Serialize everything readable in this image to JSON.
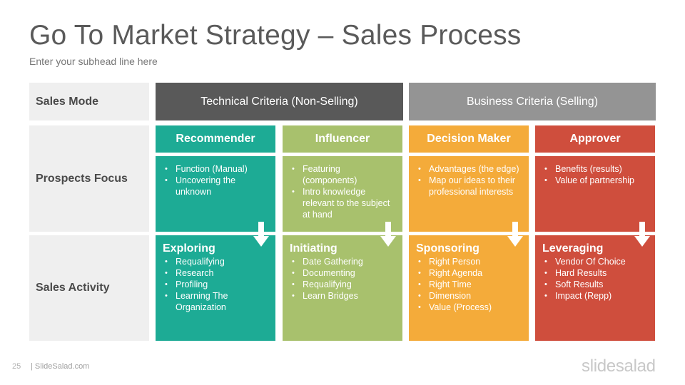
{
  "header": {
    "title": "Go To Market Strategy – Sales Process",
    "subtitle": "Enter your subhead line here"
  },
  "row_labels": {
    "mode": "Sales Mode",
    "focus": "Prospects Focus",
    "activity": "Sales Activity"
  },
  "modes": [
    {
      "label": "Technical Criteria (Non-Selling)",
      "color": "#595959"
    },
    {
      "label": "Business Criteria (Selling)",
      "color": "#949494"
    }
  ],
  "columns": [
    {
      "header": "Recommender",
      "color": "#1dab95",
      "focus": [
        "Function (Manual)",
        "Uncovering the unknown"
      ],
      "activity_title": "Exploring",
      "activity": [
        "Requalifying",
        "Research",
        "Profiling",
        "Learning The Organization"
      ]
    },
    {
      "header": "Influencer",
      "color": "#a8c16d",
      "focus": [
        "Featuring (components)",
        "Intro knowledge relevant to the subject at hand"
      ],
      "activity_title": "Initiating",
      "activity": [
        "Date Gathering",
        "Documenting",
        "Requalifying",
        "Learn Bridges"
      ]
    },
    {
      "header": "Decision Maker",
      "color": "#f4ab3a",
      "focus": [
        "Advantages (the edge)",
        "Map our ideas to their professional interests"
      ],
      "activity_title": "Sponsoring",
      "activity": [
        "Right Person",
        "Right Agenda",
        "Right Time",
        "Dimension",
        "Value (Process)"
      ]
    },
    {
      "header": "Approver",
      "color": "#cf4e3d",
      "focus": [
        "Benefits (results)",
        "Value of partnership"
      ],
      "activity_title": "Leveraging",
      "activity": [
        "Vendor Of Choice",
        "Hard Results",
        "Soft Results",
        "Impact (Repp)"
      ]
    }
  ],
  "footer": {
    "page_number": "25",
    "site": "| SlideSalad.com",
    "brand": "slidesalad"
  }
}
